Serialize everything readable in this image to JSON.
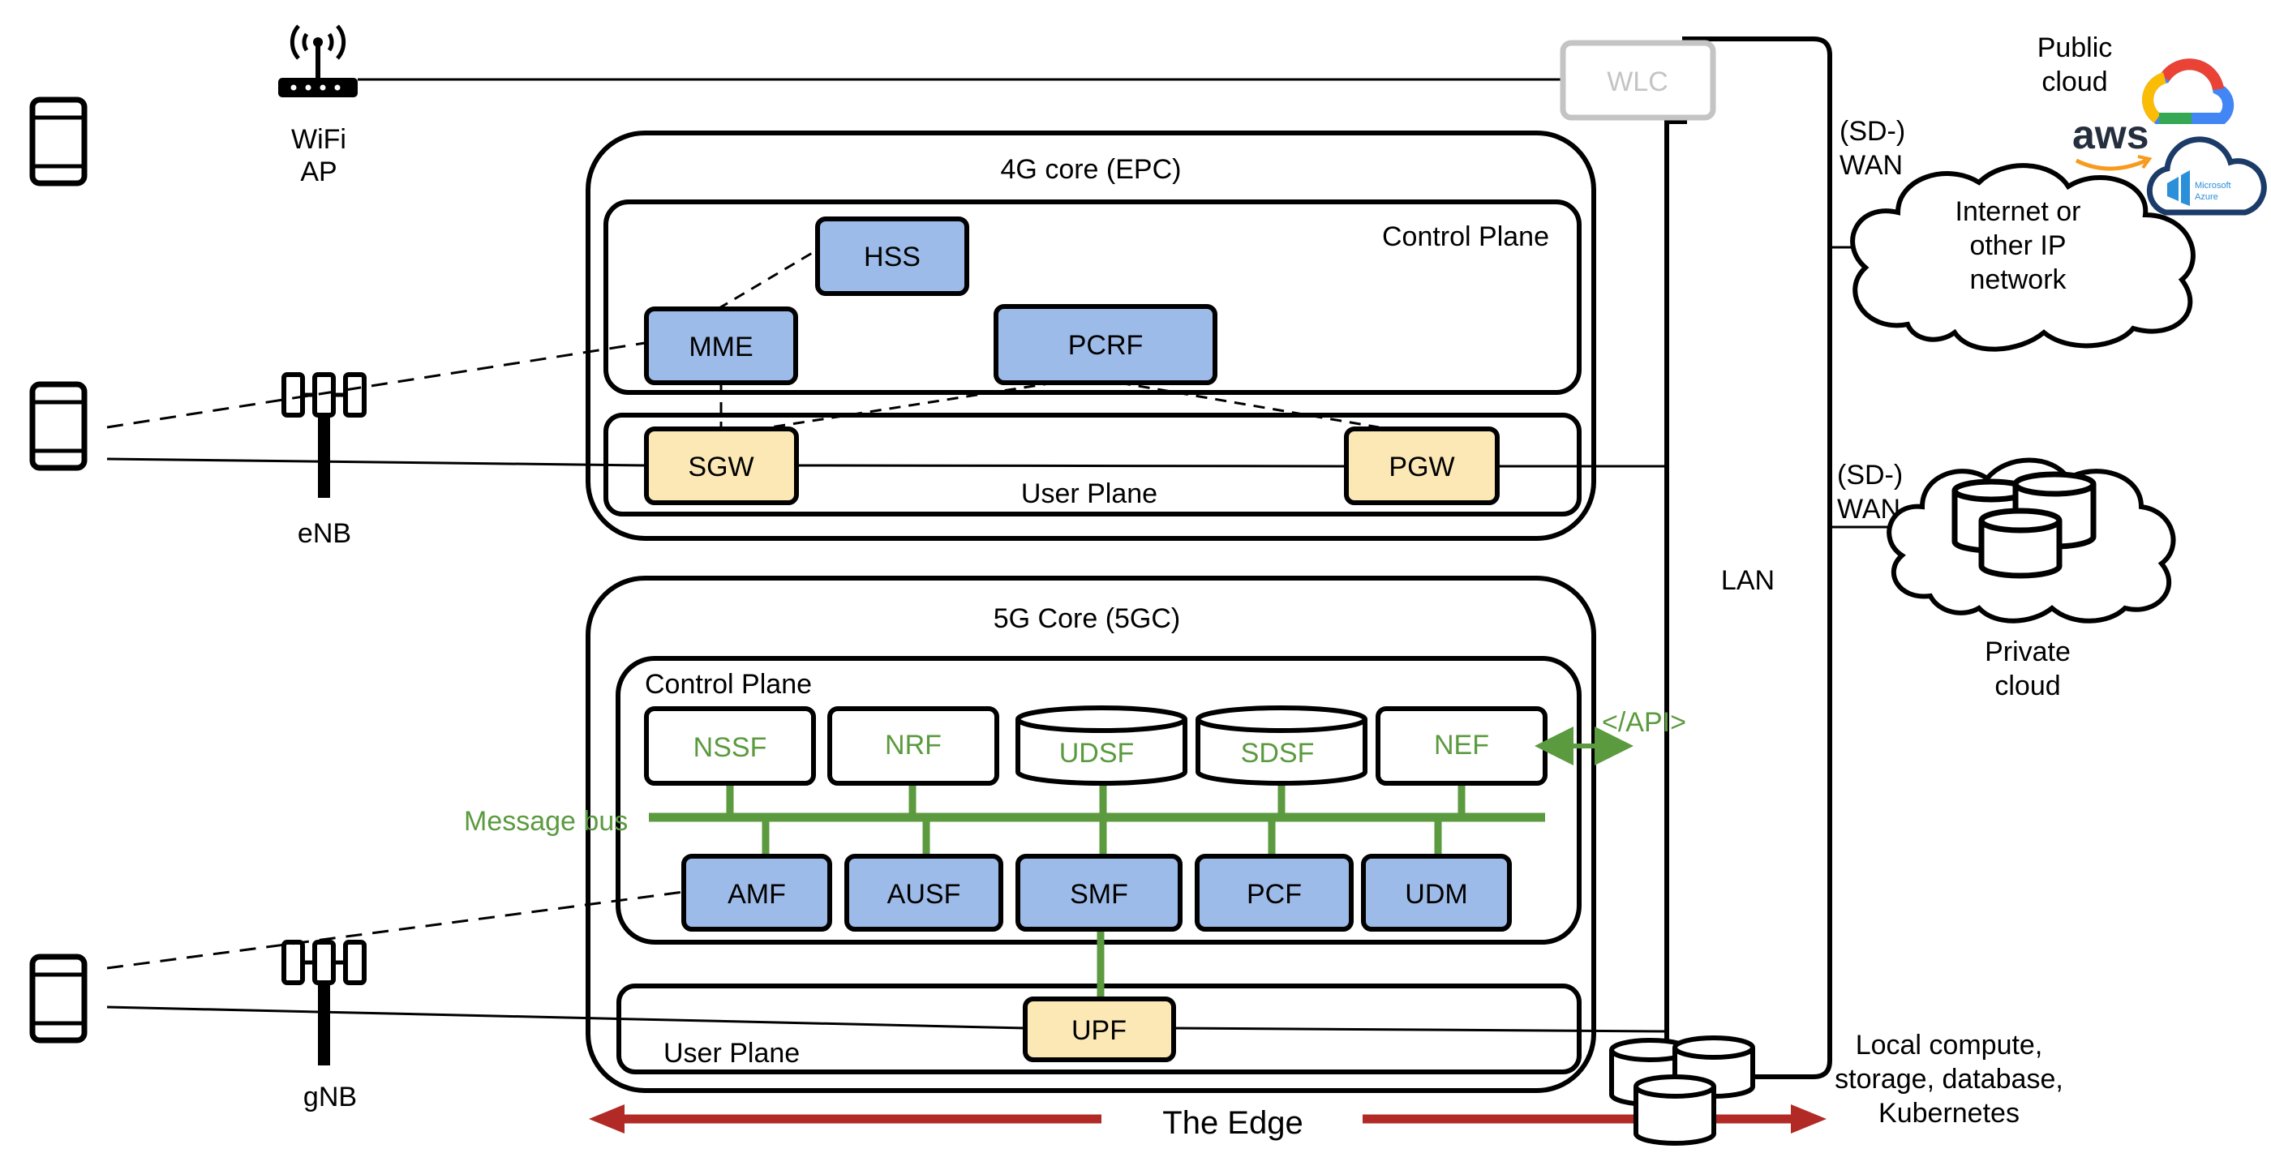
{
  "colors": {
    "node_blue": "#9dbbe8",
    "node_yellow": "#fbe8b5",
    "green": "#5b9a3f",
    "red": "#b22a25",
    "wlc_gray": "#c4c4c4"
  },
  "labels": {
    "wifi_ap": [
      "WiFi",
      "AP"
    ],
    "enb": "eNB",
    "gnb": "gNB",
    "wlc": "WLC",
    "lan": "LAN",
    "public_cloud": [
      "Public",
      "cloud"
    ],
    "aws": "aws",
    "azure": [
      "Microsoft",
      "Azure"
    ],
    "wan_top": [
      "(SD-)",
      "WAN"
    ],
    "wan_bottom": [
      "(SD-)",
      "WAN"
    ],
    "internet": [
      "Internet or",
      "other IP",
      "network"
    ],
    "private_cloud": [
      "Private",
      "cloud"
    ],
    "local_compute": [
      "Local compute,",
      "storage, database,",
      "Kubernetes"
    ],
    "edge": "The Edge"
  },
  "core4g": {
    "title": "4G core (EPC)",
    "control_plane": "Control Plane",
    "user_plane": "User Plane",
    "nodes": {
      "hss": "HSS",
      "mme": "MME",
      "pcrf": "PCRF",
      "sgw": "SGW",
      "pgw": "PGW"
    }
  },
  "core5g": {
    "title": "5G Core (5GC)",
    "control_plane": "Control Plane",
    "user_plane": "User Plane",
    "message_bus": "Message bus",
    "api": "</API>",
    "nodes": {
      "nssf": "NSSF",
      "nrf": "NRF",
      "udsf": "UDSF",
      "sdsf": "SDSF",
      "nef": "NEF",
      "amf": "AMF",
      "ausf": "AUSF",
      "smf": "SMF",
      "pcf": "PCF",
      "udm": "UDM",
      "upf": "UPF"
    }
  }
}
